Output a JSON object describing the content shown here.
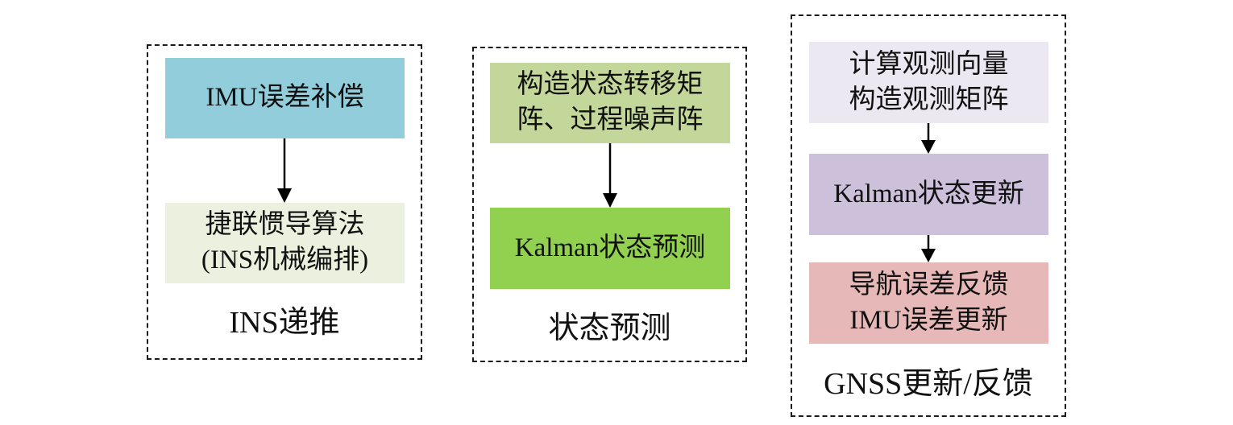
{
  "groups": {
    "ins": {
      "label": "INS递推",
      "box1": {
        "line1": "IMU误差补偿"
      },
      "box2": {
        "line1": "捷联惯导算法",
        "line2": "(INS机械编排)"
      }
    },
    "predict": {
      "label": "状态预测",
      "box1": {
        "line1": "构造状态转移矩",
        "line2": "阵、过程噪声阵"
      },
      "box2": {
        "line1": "Kalman状态预测"
      }
    },
    "gnss": {
      "label": "GNSS更新/反馈",
      "box1": {
        "line1": "计算观测向量",
        "line2": "构造观测矩阵"
      },
      "box2": {
        "line1": "Kalman状态更新"
      },
      "box3": {
        "line1": "导航误差反馈",
        "line2": "IMU误差更新"
      }
    }
  },
  "colors": {
    "imu_comp": "#92cddc",
    "strapdown": "#ebf1de",
    "transition": "#c4d79b",
    "kalman_predict": "#92d050",
    "obs_vector": "#ebe8f1",
    "kalman_update": "#ccc0da",
    "feedback": "#e6b9b8",
    "border": "#1a1a1a",
    "arrow": "#000000"
  }
}
